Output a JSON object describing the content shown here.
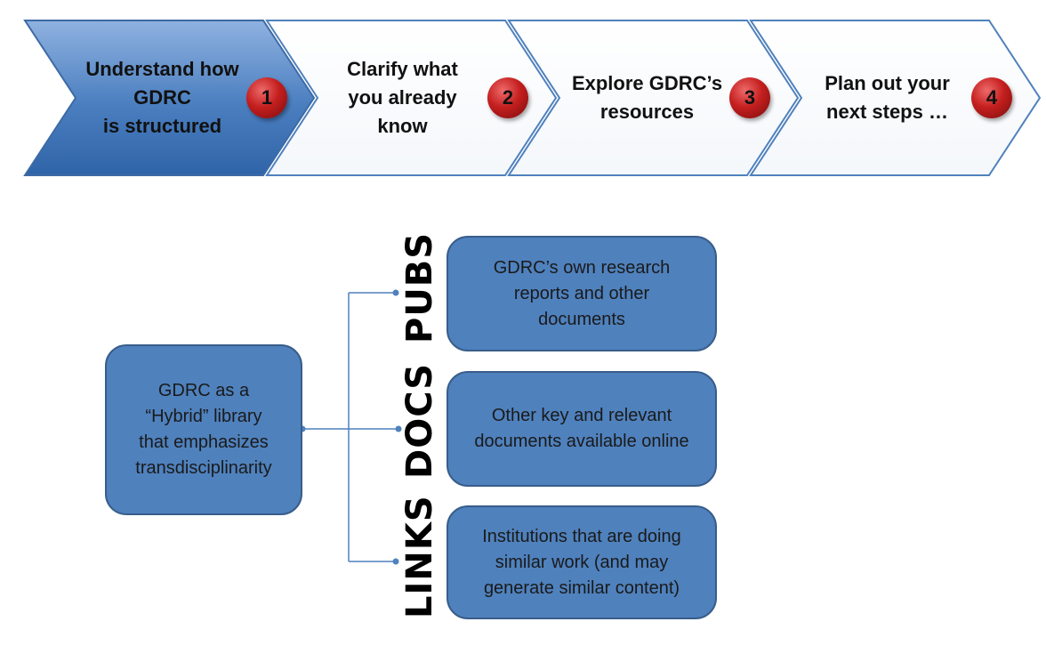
{
  "process": {
    "steps": [
      {
        "label": "Understand how\nGDRC\nis structured",
        "number": "1",
        "active": true
      },
      {
        "label": "Clarify what\nyou already\nknow",
        "number": "2",
        "active": false
      },
      {
        "label": "Explore GDRC’s\nresources",
        "number": "3",
        "active": false
      },
      {
        "label": "Plan out your\nnext steps …",
        "number": "4",
        "active": false
      }
    ],
    "colors": {
      "active_fill": "#4a7ebf",
      "outline": "#4f81bd",
      "badge": "#c0392b"
    }
  },
  "hierarchy": {
    "root": {
      "text": "GDRC as a\n“Hybrid” library\nthat emphasizes\ntransdisciplinarity"
    },
    "branches": [
      {
        "label": "PUBS",
        "text": "GDRC’s own research\nreports and other\ndocuments"
      },
      {
        "label": "DOCS",
        "text": "Other key and relevant\ndocuments available online"
      },
      {
        "label": "LINKS",
        "text": "Institutions that are doing\nsimilar work (and may\ngenerate similar content)"
      }
    ],
    "colors": {
      "box_fill": "#4f81bd",
      "box_border": "#385d8a",
      "connector": "#4f81bd"
    }
  }
}
